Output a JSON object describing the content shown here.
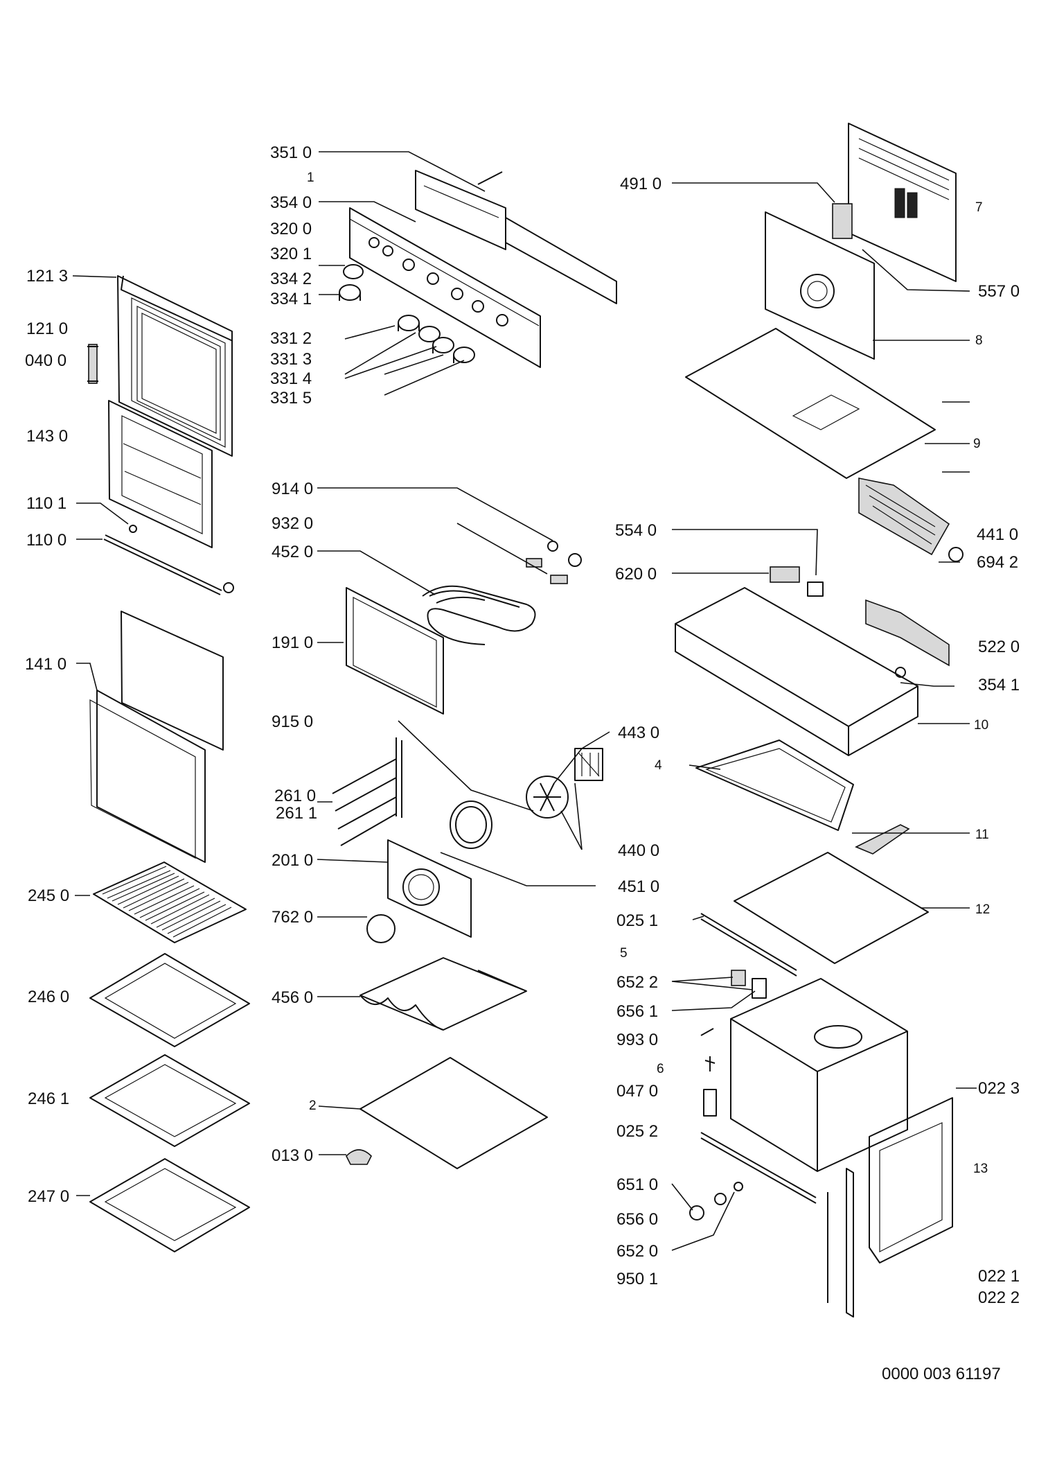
{
  "labels": {
    "l3510": "351 0",
    "l1": "1",
    "l3540": "354 0",
    "l3200": "320 0",
    "l3201": "320 1",
    "l3342": "334 2",
    "l3341": "334 1",
    "l3312": "331 2",
    "l3313": "331 3",
    "l3314": "331 4",
    "l3315": "331 5",
    "l1213": "121 3",
    "l1210": "121 0",
    "l0400": "040 0",
    "l1430": "143 0",
    "l1101": "110 1",
    "l1100": "110 0",
    "l1410": "141 0",
    "l4910": "491 0",
    "l7": "7",
    "l5570": "557 0",
    "l8": "8",
    "l9": "9",
    "l9140": "914 0",
    "l9320": "932 0",
    "l4520": "452 0",
    "l1910": "191 0",
    "l9150": "915 0",
    "l5540": "554 0",
    "l6200": "620 0",
    "l4410": "441 0",
    "l6942": "694 2",
    "l5220": "522 0",
    "l3541": "354 1",
    "l10": "10",
    "l4430": "443 0",
    "l4": "4",
    "l2610": "261 0",
    "l2611": "261 1",
    "l4400": "440 0",
    "l2010": "201 0",
    "l11": "11",
    "l4510": "451 0",
    "l2450": "245 0",
    "l7620": "762 0",
    "l0251": "025 1",
    "l12": "12",
    "l5": "5",
    "l6522": "652 2",
    "l2460": "246 0",
    "l4560": "456 0",
    "l6561": "656 1",
    "l9930": "993 0",
    "l6": "6",
    "l0470": "047 0",
    "l0223": "022 3",
    "l2461": "246 1",
    "l2": "2",
    "l0252": "025 2",
    "l0130": "013 0",
    "l13": "13",
    "l2470": "247 0",
    "l6510": "651 0",
    "l6560": "656 0",
    "l6520": "652 0",
    "l9501": "950 1",
    "l0221": "022 1",
    "l0222": "022 2"
  },
  "document_number": "0000 003 61197"
}
